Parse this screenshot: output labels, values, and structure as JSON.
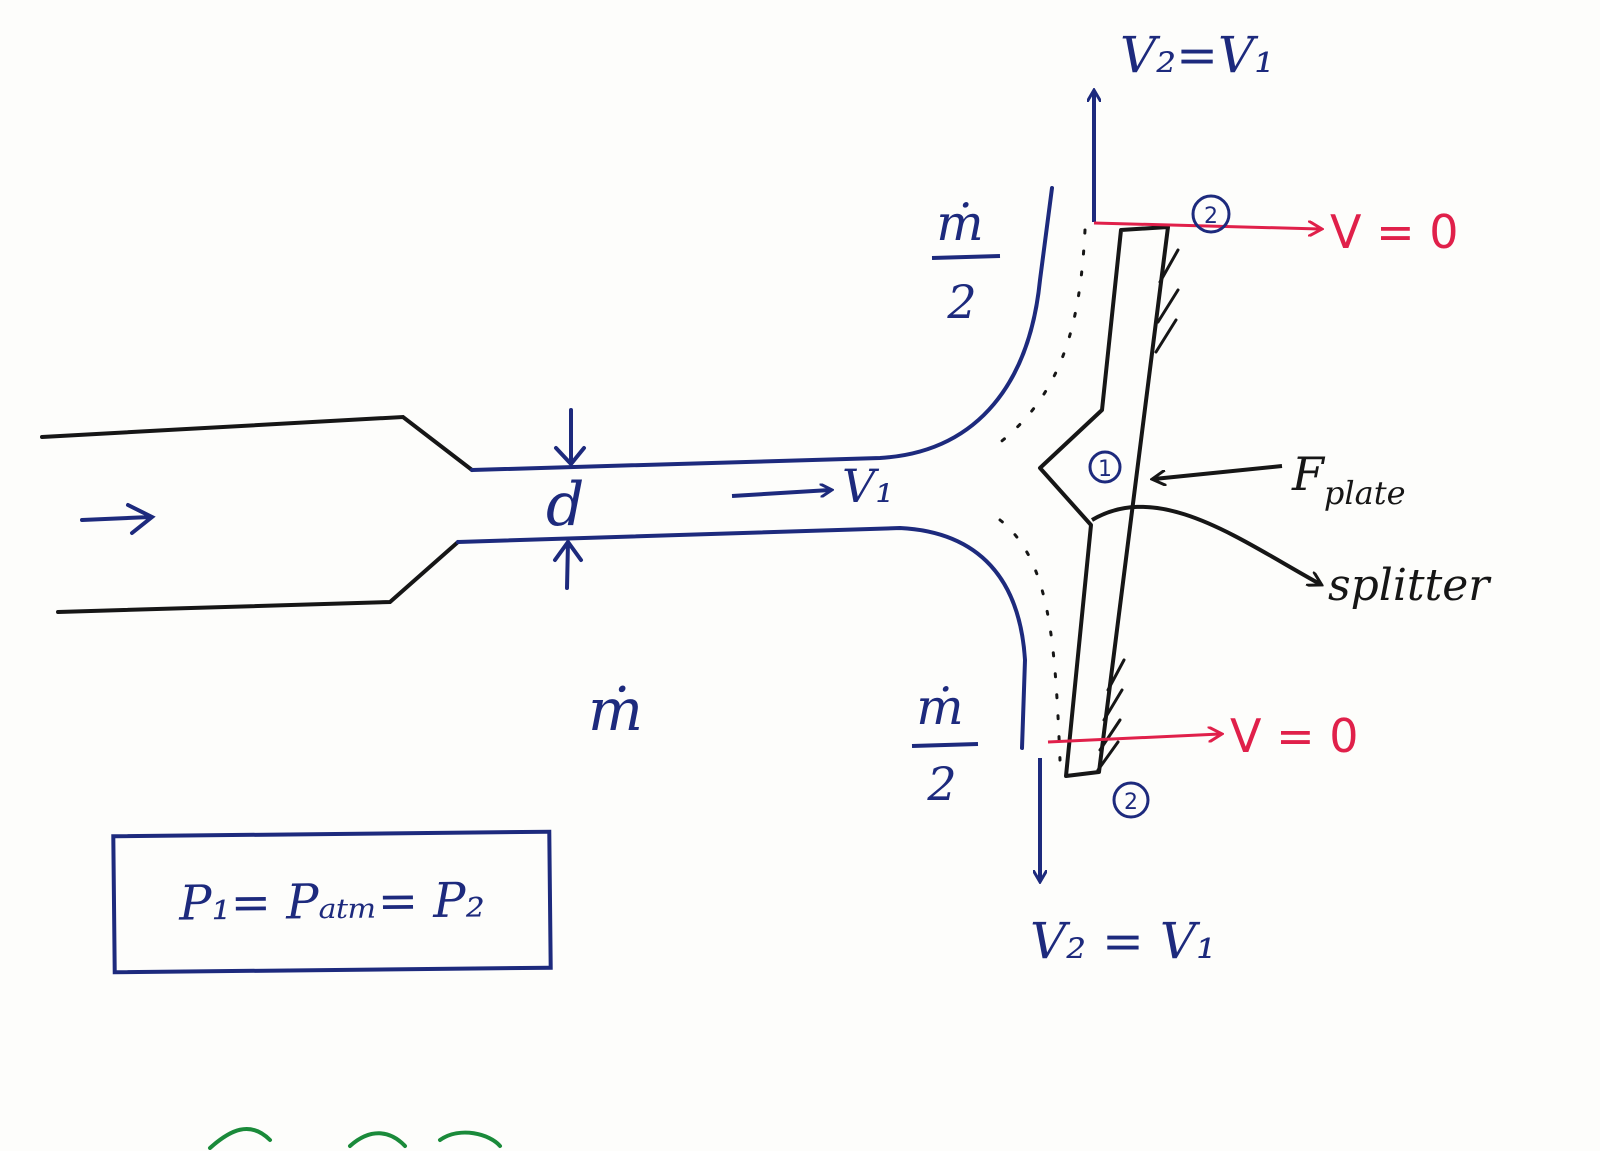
{
  "labels": {
    "v2_top": "V₂=V₁",
    "v2_bottom": "V₂ = V₁",
    "v_zero_top": "V = 0",
    "v_zero_bottom": "V = 0",
    "v1": "V₁",
    "d": "d",
    "mdot": "ṁ",
    "mdot_half_top_num": "ṁ",
    "mdot_half_top_den": "2",
    "mdot_half_bottom_num": "ṁ",
    "mdot_half_bottom_den": "2",
    "point1": "1",
    "point2_top": "2",
    "point2_bottom": "2",
    "f_plate": "F",
    "f_plate_sub": "plate",
    "splitter": "splitter",
    "pressure": "P₁= Pₐₜₘ= P₂"
  },
  "colors": {
    "ink_blue": "#1d2a7d",
    "ink_black": "#161616",
    "ink_red": "#e0204a",
    "ink_green": "#1a8a3a"
  }
}
